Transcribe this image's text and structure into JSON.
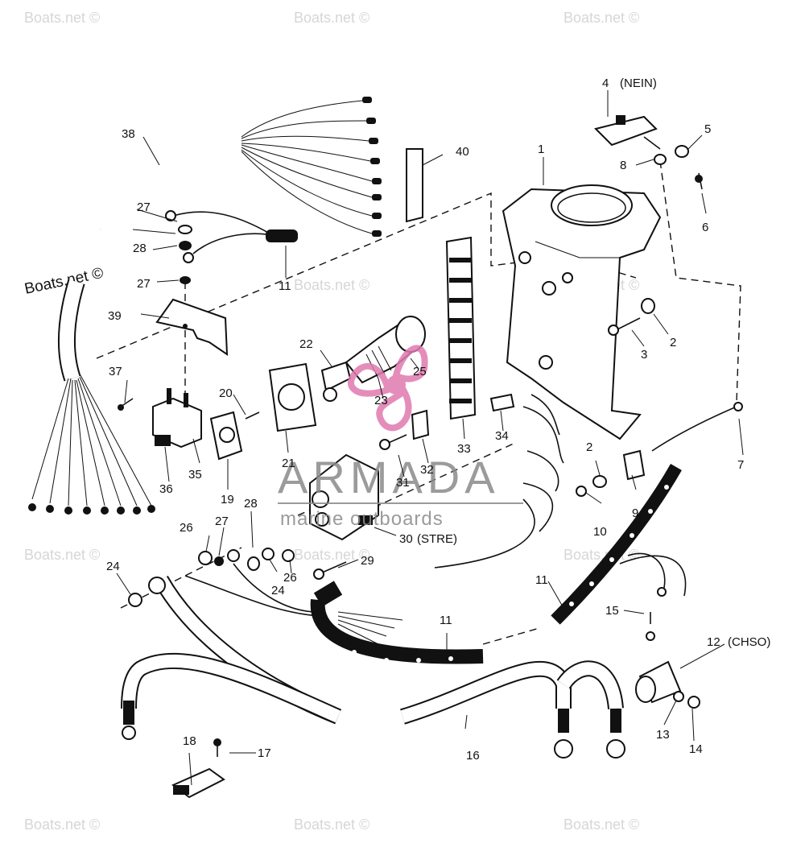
{
  "watermark": "Boats.net ©",
  "brand": {
    "name": "ARMADA",
    "tagline": "marine outboards",
    "color": "#e07ab0"
  },
  "labels": {
    "l1": "1",
    "l2a": "2",
    "l2b": "2",
    "l3": "3",
    "l4": "4",
    "l4note": "(NEIN)",
    "l5": "5",
    "l6": "6",
    "l7": "7",
    "l8": "8",
    "l9": "9",
    "l10": "10",
    "l11a": "11",
    "l11b": "11",
    "l11c": "11",
    "l12": "12",
    "l12note": "(CHSO)",
    "l13": "13",
    "l14": "14",
    "l15": "15",
    "l16": "16",
    "l17": "17",
    "l18": "18",
    "l19": "19",
    "l20": "20",
    "l21": "21",
    "l22": "22",
    "l23": "23",
    "l24a": "24",
    "l24b": "24",
    "l25": "25",
    "l26a": "26",
    "l26b": "26",
    "l27a": "27",
    "l27b": "27",
    "l27c": "27",
    "l28a": "28",
    "l28b": "28",
    "l29": "29",
    "l30": "30",
    "l30note": "(STRE)",
    "l31": "31",
    "l32": "32",
    "l33": "33",
    "l34": "34",
    "l35": "35",
    "l36": "36",
    "l37": "37",
    "l38": "38",
    "l39": "39",
    "l40": "40"
  }
}
